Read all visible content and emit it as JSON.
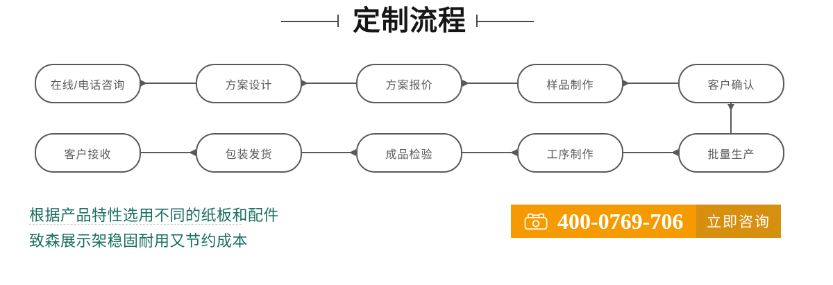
{
  "header": {
    "title": "定制流程"
  },
  "flow": {
    "row1": [
      {
        "label": "在线/电话咨询"
      },
      {
        "label": "方案设计"
      },
      {
        "label": "方案报价"
      },
      {
        "label": "样品制作"
      },
      {
        "label": "客户确认"
      }
    ],
    "row2": [
      {
        "label": "客户接收"
      },
      {
        "label": "包装发货"
      },
      {
        "label": "成品检验"
      },
      {
        "label": "工序制作"
      },
      {
        "label": "批量生产"
      }
    ]
  },
  "footer": {
    "tagline_line1": "根据产品特性选用不同的纸板和配件",
    "tagline_line2": "致森展示架稳固耐用又节约成本",
    "contact": {
      "icon": "telephone-icon",
      "phone_number": "400-0769-706",
      "cta_label": "立即咨询"
    }
  },
  "colors": {
    "banner_orange": "#f59a00",
    "cta_orange": "#d78f10",
    "tagline_green": "#186e62",
    "outline_gray": "#58595b",
    "title_black": "#161616"
  }
}
